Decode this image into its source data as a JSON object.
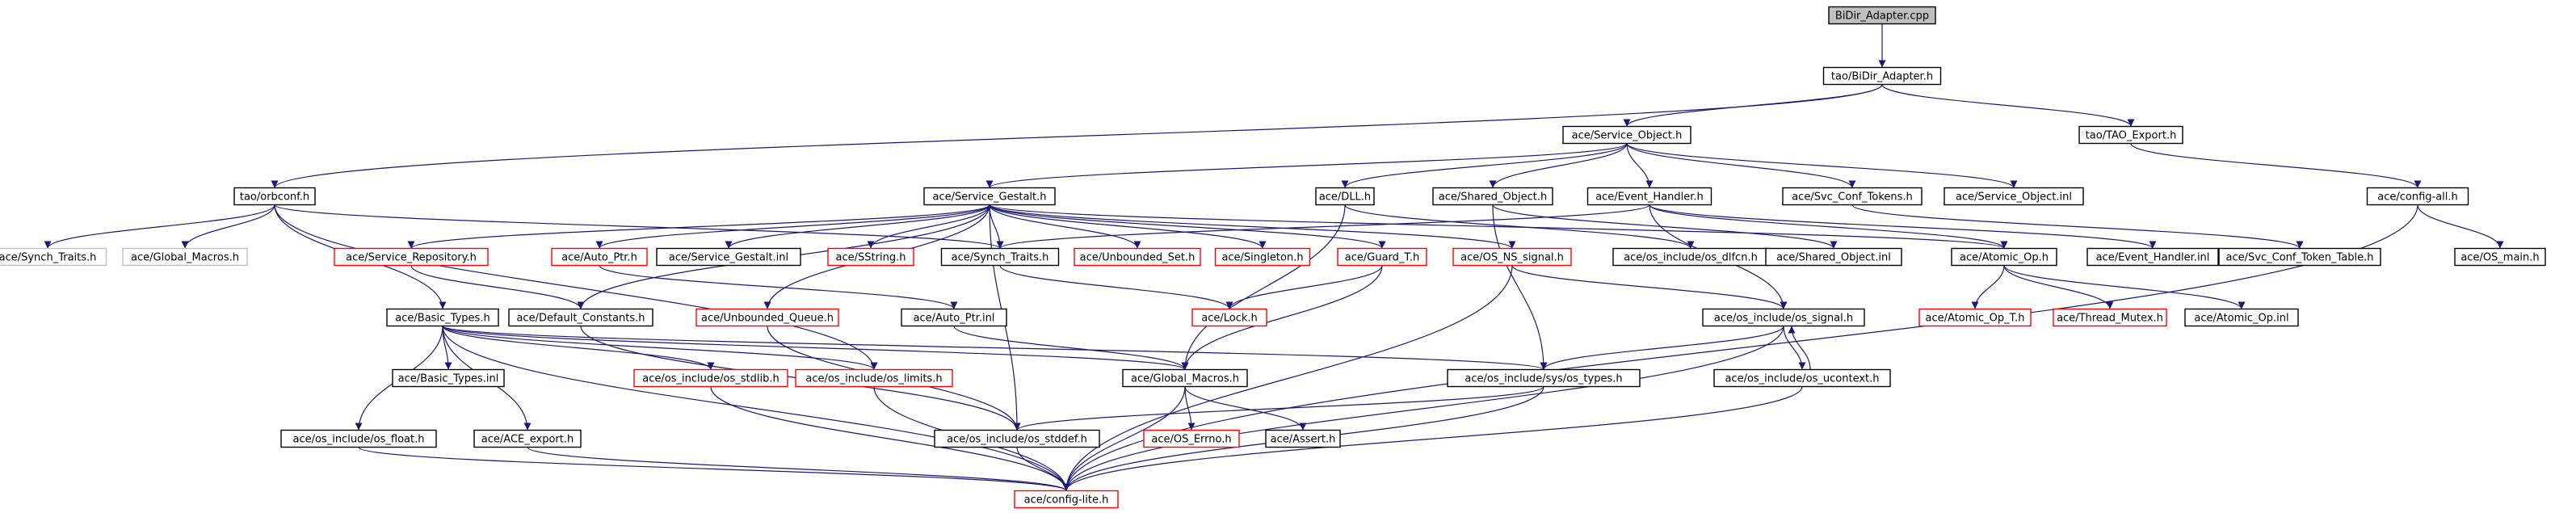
{
  "colors": {
    "edge": "#191970",
    "border_normal": "#000000",
    "border_truncated": "#ff0000",
    "border_external": "#bfbfbf",
    "fill_root": "#bfbfbf",
    "fill_normal": "#ffffff"
  },
  "nodes": [
    {
      "id": "bidir_cpp",
      "label": "BiDir_Adapter.cpp",
      "kind": "root"
    },
    {
      "id": "tao_bidir_h",
      "label": "tao/BiDir_Adapter.h",
      "kind": "normal"
    },
    {
      "id": "service_object_h",
      "label": "ace/Service_Object.h",
      "kind": "normal"
    },
    {
      "id": "tao_export_h",
      "label": "tao/TAO_Export.h",
      "kind": "normal"
    },
    {
      "id": "orbconf_h",
      "label": "tao/orbconf.h",
      "kind": "normal"
    },
    {
      "id": "service_gestalt_h",
      "label": "ace/Service_Gestalt.h",
      "kind": "normal"
    },
    {
      "id": "dll_h",
      "label": "ace/DLL.h",
      "kind": "normal"
    },
    {
      "id": "shared_object_h",
      "label": "ace/Shared_Object.h",
      "kind": "normal"
    },
    {
      "id": "event_handler_h",
      "label": "ace/Event_Handler.h",
      "kind": "normal"
    },
    {
      "id": "svc_conf_tokens_h",
      "label": "ace/Svc_Conf_Tokens.h",
      "kind": "normal"
    },
    {
      "id": "service_object_inl",
      "label": "ace/Service_Object.inl",
      "kind": "normal"
    },
    {
      "id": "config_all_h",
      "label": "ace/config-all.h",
      "kind": "normal"
    },
    {
      "id": "synch_traits_ext",
      "label": "ace/Synch_Traits.h",
      "kind": "external"
    },
    {
      "id": "global_macros_ext",
      "label": "ace/Global_Macros.h",
      "kind": "external"
    },
    {
      "id": "service_repository_h",
      "label": "ace/Service_Repository.h",
      "kind": "truncated"
    },
    {
      "id": "auto_ptr_h",
      "label": "ace/Auto_Ptr.h",
      "kind": "truncated"
    },
    {
      "id": "service_gestalt_inl",
      "label": "ace/Service_Gestalt.inl",
      "kind": "normal"
    },
    {
      "id": "sstring_h",
      "label": "ace/SString.h",
      "kind": "truncated"
    },
    {
      "id": "synch_traits_h",
      "label": "ace/Synch_Traits.h",
      "kind": "normal"
    },
    {
      "id": "unbounded_set_h",
      "label": "ace/Unbounded_Set.h",
      "kind": "truncated"
    },
    {
      "id": "singleton_h",
      "label": "ace/Singleton.h",
      "kind": "truncated"
    },
    {
      "id": "guard_t_h",
      "label": "ace/Guard_T.h",
      "kind": "truncated"
    },
    {
      "id": "os_ns_signal_h",
      "label": "ace/OS_NS_signal.h",
      "kind": "truncated"
    },
    {
      "id": "os_dlfcn_h",
      "label": "ace/os_include/os_dlfcn.h",
      "kind": "normal"
    },
    {
      "id": "shared_object_inl",
      "label": "ace/Shared_Object.inl",
      "kind": "normal"
    },
    {
      "id": "atomic_op_h",
      "label": "ace/Atomic_Op.h",
      "kind": "normal"
    },
    {
      "id": "event_handler_inl",
      "label": "ace/Event_Handler.inl",
      "kind": "normal"
    },
    {
      "id": "svc_conf_token_table_h",
      "label": "ace/Svc_Conf_Token_Table.h",
      "kind": "normal"
    },
    {
      "id": "os_main_h",
      "label": "ace/OS_main.h",
      "kind": "normal"
    },
    {
      "id": "basic_types_h",
      "label": "ace/Basic_Types.h",
      "kind": "normal"
    },
    {
      "id": "default_constants_h",
      "label": "ace/Default_Constants.h",
      "kind": "normal"
    },
    {
      "id": "unbounded_queue_h",
      "label": "ace/Unbounded_Queue.h",
      "kind": "truncated"
    },
    {
      "id": "auto_ptr_inl",
      "label": "ace/Auto_Ptr.inl",
      "kind": "normal"
    },
    {
      "id": "lock_h",
      "label": "ace/Lock.h",
      "kind": "truncated"
    },
    {
      "id": "os_signal_h",
      "label": "ace/os_include/os_signal.h",
      "kind": "normal"
    },
    {
      "id": "atomic_op_t_h",
      "label": "ace/Atomic_Op_T.h",
      "kind": "truncated"
    },
    {
      "id": "thread_mutex_h",
      "label": "ace/Thread_Mutex.h",
      "kind": "truncated"
    },
    {
      "id": "atomic_op_inl",
      "label": "ace/Atomic_Op.inl",
      "kind": "normal"
    },
    {
      "id": "basic_types_inl",
      "label": "ace/Basic_Types.inl",
      "kind": "normal"
    },
    {
      "id": "os_stdlib_h",
      "label": "ace/os_include/os_stdlib.h",
      "kind": "truncated"
    },
    {
      "id": "os_limits_h",
      "label": "ace/os_include/os_limits.h",
      "kind": "truncated"
    },
    {
      "id": "global_macros_h",
      "label": "ace/Global_Macros.h",
      "kind": "normal"
    },
    {
      "id": "os_types_h",
      "label": "ace/os_include/sys/os_types.h",
      "kind": "normal"
    },
    {
      "id": "os_ucontext_h",
      "label": "ace/os_include/os_ucontext.h",
      "kind": "normal"
    },
    {
      "id": "os_float_h",
      "label": "ace/os_include/os_float.h",
      "kind": "normal"
    },
    {
      "id": "ace_export_h",
      "label": "ace/ACE_export.h",
      "kind": "normal"
    },
    {
      "id": "os_stddef_h",
      "label": "ace/os_include/os_stddef.h",
      "kind": "normal"
    },
    {
      "id": "os_errno_h",
      "label": "ace/OS_Errno.h",
      "kind": "truncated"
    },
    {
      "id": "assert_h",
      "label": "ace/Assert.h",
      "kind": "normal"
    },
    {
      "id": "config_lite_h",
      "label": "ace/config-lite.h",
      "kind": "truncated"
    }
  ],
  "edges": [
    [
      "bidir_cpp",
      "tao_bidir_h"
    ],
    [
      "tao_bidir_h",
      "service_object_h"
    ],
    [
      "tao_bidir_h",
      "tao_export_h"
    ],
    [
      "tao_bidir_h",
      "orbconf_h"
    ],
    [
      "service_object_h",
      "service_gestalt_h"
    ],
    [
      "service_object_h",
      "dll_h"
    ],
    [
      "service_object_h",
      "shared_object_h"
    ],
    [
      "service_object_h",
      "event_handler_h"
    ],
    [
      "service_object_h",
      "svc_conf_tokens_h"
    ],
    [
      "service_object_h",
      "service_object_inl"
    ],
    [
      "tao_export_h",
      "config_all_h"
    ],
    [
      "orbconf_h",
      "synch_traits_ext"
    ],
    [
      "orbconf_h",
      "global_macros_ext"
    ],
    [
      "orbconf_h",
      "basic_types_h"
    ],
    [
      "orbconf_h",
      "synch_traits_h"
    ],
    [
      "orbconf_h",
      "os_limits_h"
    ],
    [
      "service_gestalt_h",
      "service_repository_h"
    ],
    [
      "service_gestalt_h",
      "auto_ptr_h"
    ],
    [
      "service_gestalt_h",
      "service_gestalt_inl"
    ],
    [
      "service_gestalt_h",
      "sstring_h"
    ],
    [
      "service_gestalt_h",
      "synch_traits_h"
    ],
    [
      "service_gestalt_h",
      "unbounded_set_h"
    ],
    [
      "service_gestalt_h",
      "singleton_h"
    ],
    [
      "service_gestalt_h",
      "guard_t_h"
    ],
    [
      "service_gestalt_h",
      "os_ns_signal_h"
    ],
    [
      "service_gestalt_h",
      "default_constants_h"
    ],
    [
      "service_gestalt_h",
      "unbounded_queue_h"
    ],
    [
      "service_gestalt_h",
      "atomic_op_h"
    ],
    [
      "service_gestalt_h",
      "os_stddef_h"
    ],
    [
      "dll_h",
      "os_dlfcn_h"
    ],
    [
      "dll_h",
      "global_macros_h"
    ],
    [
      "shared_object_h",
      "shared_object_inl"
    ],
    [
      "shared_object_h",
      "os_types_h"
    ],
    [
      "event_handler_h",
      "atomic_op_h"
    ],
    [
      "event_handler_h",
      "event_handler_inl"
    ],
    [
      "event_handler_h",
      "synch_traits_h"
    ],
    [
      "event_handler_h",
      "os_signal_h"
    ],
    [
      "svc_conf_tokens_h",
      "svc_conf_token_table_h"
    ],
    [
      "config_all_h",
      "os_main_h"
    ],
    [
      "config_all_h",
      "config_lite_h"
    ],
    [
      "service_repository_h",
      "default_constants_h"
    ],
    [
      "auto_ptr_h",
      "auto_ptr_inl"
    ],
    [
      "synch_traits_h",
      "lock_h"
    ],
    [
      "guard_t_h",
      "lock_h"
    ],
    [
      "guard_t_h",
      "global_macros_h"
    ],
    [
      "os_ns_signal_h",
      "os_signal_h"
    ],
    [
      "os_ns_signal_h",
      "config_lite_h"
    ],
    [
      "atomic_op_h",
      "atomic_op_t_h"
    ],
    [
      "atomic_op_h",
      "thread_mutex_h"
    ],
    [
      "atomic_op_h",
      "atomic_op_inl"
    ],
    [
      "basic_types_h",
      "basic_types_inl"
    ],
    [
      "basic_types_h",
      "os_stdlib_h"
    ],
    [
      "basic_types_h",
      "os_limits_h"
    ],
    [
      "basic_types_h",
      "global_macros_h"
    ],
    [
      "basic_types_h",
      "os_types_h"
    ],
    [
      "basic_types_h",
      "os_float_h"
    ],
    [
      "basic_types_h",
      "ace_export_h"
    ],
    [
      "basic_types_h",
      "config_lite_h"
    ],
    [
      "default_constants_h",
      "os_stddef_h"
    ],
    [
      "unbounded_queue_h",
      "os_stddef_h"
    ],
    [
      "auto_ptr_inl",
      "global_macros_h"
    ],
    [
      "os_signal_h",
      "os_types_h"
    ],
    [
      "os_signal_h",
      "os_ucontext_h"
    ],
    [
      "os_signal_h",
      "config_lite_h"
    ],
    [
      "os_ucontext_h",
      "os_signal_h"
    ],
    [
      "os_ucontext_h",
      "config_lite_h"
    ],
    [
      "os_stdlib_h",
      "config_lite_h"
    ],
    [
      "os_limits_h",
      "config_lite_h"
    ],
    [
      "global_macros_h",
      "os_errno_h"
    ],
    [
      "global_macros_h",
      "assert_h"
    ],
    [
      "global_macros_h",
      "config_lite_h"
    ],
    [
      "os_types_h",
      "os_stddef_h"
    ],
    [
      "os_types_h",
      "config_lite_h"
    ],
    [
      "os_float_h",
      "config_lite_h"
    ],
    [
      "ace_export_h",
      "config_lite_h"
    ],
    [
      "os_stddef_h",
      "config_lite_h"
    ]
  ]
}
